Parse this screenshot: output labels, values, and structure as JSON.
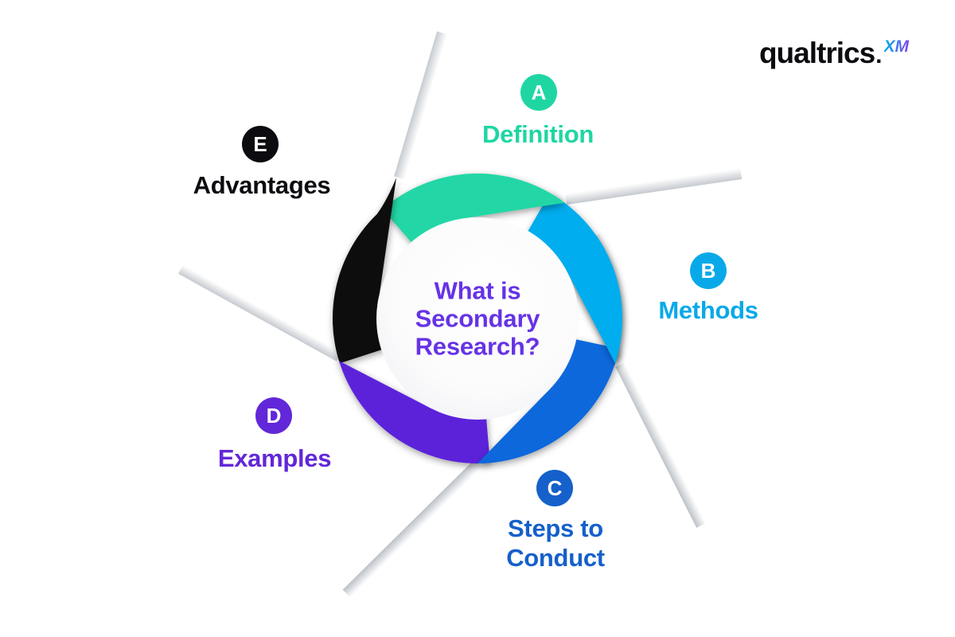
{
  "brand": {
    "wordmark": "qualtrics",
    "mark": ".",
    "suffix": "XM",
    "wordmark_color": "#0b0b10",
    "suffix_gradient_start": "#0fa3e9",
    "suffix_gradient_end": "#7a4ced"
  },
  "center": {
    "lines": [
      "What is",
      "Secondary",
      "Research?"
    ],
    "text_color": "#6633e6"
  },
  "sections": [
    {
      "letter": "A",
      "label": "Definition",
      "lines": [
        "Definition"
      ],
      "color": "#1fd6a3",
      "blade_color": "#22d7a5"
    },
    {
      "letter": "B",
      "label": "Methods",
      "lines": [
        "Methods"
      ],
      "color": "#09a9e9",
      "blade_color": "#01adee"
    },
    {
      "letter": "C",
      "label": "Steps to Conduct",
      "lines": [
        "Steps to",
        "Conduct"
      ],
      "color": "#1560ca",
      "blade_color": "#0968dc"
    },
    {
      "letter": "D",
      "label": "Examples",
      "lines": [
        "Examples"
      ],
      "color": "#6227d9",
      "blade_color": "#5b23d9"
    },
    {
      "letter": "E",
      "label": "Advantages",
      "lines": [
        "Advantages"
      ],
      "color": "#0b0b10",
      "blade_color": "#070709"
    }
  ]
}
